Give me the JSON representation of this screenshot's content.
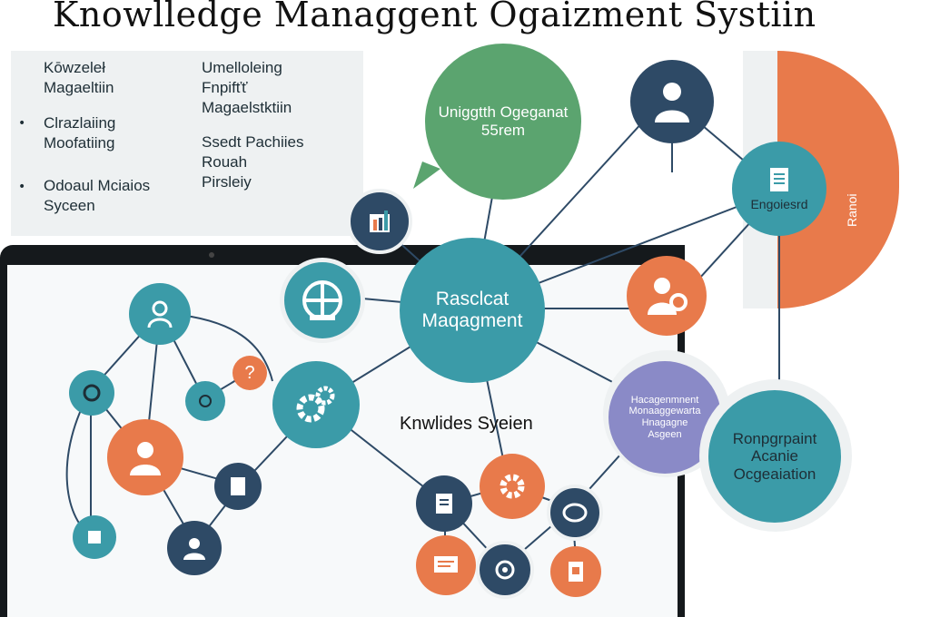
{
  "title": "Knowlledge Managgent Ogaizment Systiin",
  "panel": {
    "left_items": [
      {
        "bullet": false,
        "text": "Kōwzeleł\nMagaeltiin"
      },
      {
        "bullet": true,
        "text": "Clrazlaiing\nMoofatiing"
      },
      {
        "bullet": true,
        "text": "Odoaul Mciaios\nSyceen"
      }
    ],
    "right_items": [
      {
        "text": "Umelloleing\nFnpifťť\nMagaelstktiin"
      },
      {
        "text": "Ssedt Pachiies\nRouah\nPirsleiy"
      }
    ]
  },
  "nodes": {
    "top_green": "Uniggtth Ogeganat\n55rem",
    "center": "Rasclcat\nMaqagment",
    "engineered": "Engoiesrd",
    "orange_half": "Ranoi",
    "purple": "Hacagenmnent\nMonaaggewarta\nHnagagne\nAsgeen",
    "bottom_teal": "Ronpgrpaint\nAcanie\nOcgeaiation"
  },
  "knowledge_label": "Knwlides Syeien",
  "colors": {
    "green": "#5ba46f",
    "teal": "#3b9ba8",
    "navy": "#2e4a66",
    "orange": "#e87a4b",
    "purple": "#8a8ac7",
    "dark": "#15191c"
  },
  "icons": [
    "person-icon",
    "document-icon",
    "gear-icon",
    "globe-icon",
    "tools-icon",
    "hands-icon",
    "books-icon",
    "question-icon",
    "chat-icon",
    "camera-icon",
    "target-icon",
    "bars-icon"
  ]
}
